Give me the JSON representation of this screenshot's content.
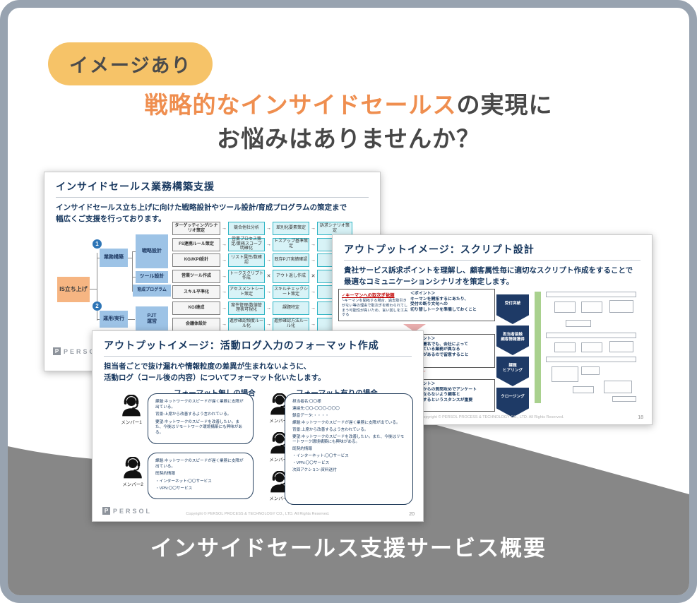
{
  "colors": {
    "accent_orange": "#ef8e4f",
    "badge_yellow": "#f6c368",
    "navy": "#17375e",
    "node_blue": "#9dc3e6",
    "node_orange": "#f6b582",
    "cyan_fill": "#d8f3f7",
    "cyan_border": "#2fb4c4",
    "chevron_navy": "#1e3a66",
    "green_strip": "#a9d18e",
    "swoosh_gray": "#878787",
    "frame_border": "#98a3b0",
    "alert_red": "#c00000"
  },
  "badge": {
    "label": "イメージあり"
  },
  "headline": {
    "highlight": "戦略的なインサイドセールス",
    "rest": "の実現に",
    "line2": "お悩みはありませんか？"
  },
  "banner": {
    "title": "インサイドセールス支援サービス概要"
  },
  "logo": {
    "mark": "P",
    "text": "PERSOL"
  },
  "slide1": {
    "title": "インサイドセールス業務構築支援",
    "desc1": "インサイドセールス立ち上げに向けた戦略設計やツール設計/育成プログラムの策定まで",
    "desc2": "幅広くご支援を行っております。",
    "root": "IS立ち上げ",
    "branch1": {
      "num": "1",
      "label": "業務構築"
    },
    "branch2": {
      "num": "2",
      "label": "運用/実行"
    },
    "children": {
      "strategy": "戦略設計",
      "tool": "ツール設計",
      "training": "育成プログラム",
      "pjt": "PJT\n運営"
    },
    "rows": [
      {
        "cells": [
          "ターゲッティング/シナリオ策定",
          "競合他社分析",
          "差別化要素策定",
          "訴求シナリオ策定"
        ],
        "seps": [
          "a",
          "a",
          "a"
        ]
      },
      {
        "cells": [
          "FS連携ルール策定",
          "営業プロセス策定/業務スコープ明確化",
          "トスアップ基準策定",
          ""
        ],
        "seps": [
          "a",
          "a",
          "a"
        ]
      },
      {
        "cells": [
          "KGI/KPI設計",
          "リスト属性/数確認",
          "既存PJT実績確認",
          ""
        ],
        "seps": [
          "a",
          "a",
          "a"
        ]
      },
      {
        "cells": [
          "営業ツール作成",
          "トークスクリプト作成",
          "アウト返し作成",
          ""
        ],
        "seps": [
          "a",
          "x",
          "x"
        ]
      },
      {
        "cells": [
          "スキル平準化",
          "アセスメントシート策定",
          "スキルチェックシート策定",
          ""
        ],
        "seps": [
          "a",
          "a",
          "a"
        ]
      },
      {
        "cells": [
          "KGI達成",
          "案件管理/数値管理表可視化",
          "課題特定",
          ""
        ],
        "seps": [
          "a",
          "a",
          "a"
        ]
      },
      {
        "cells": [
          "会議体設計",
          "進捗確認頻度ルール化",
          "進捗確認方法ルール化",
          ""
        ],
        "seps": [
          "a",
          "a",
          "a"
        ]
      }
    ]
  },
  "slide2": {
    "title": "アウトプットイメージ：スクリプト設計",
    "desc1": "貴社サービス訴求ポイントを理解し、顧客属性毎に適切なスクリプト作成をすることで",
    "desc2": "最適なコミュニケーションシナリオを策定します。",
    "box1": {
      "heading": "✓キーマンへの取次ぎ依頼",
      "body": "└キーマンを開拓する場合、過去取引きがない等の理由で取次ぎを断わられてしまう可能性が高いため、言い回しを工夫する",
      "point": "＜ポイント＞\nキーマンを開拓するにあたり、\n受付の断り文句への\n切り替しトークを準備しておくこと"
    },
    "box2": {
      "point": "＜ポイント＞\n同じ部署名でも、会社によって\n担当している業務が異なる\n可能性があるので留意すること"
    },
    "box3": {
      "point": "＜ポイント＞\nこちらからの質問攻めでアンケート\n形式にならないよう顧客と\n対話をするというスタンスが重要"
    },
    "chevrons": [
      "受付突破",
      "担当者接触\n顧客情報獲得",
      "課題\nヒアリング",
      "クロージング"
    ],
    "thumb_rects": [
      [
        2,
        4,
        128,
        8
      ],
      [
        14,
        18,
        30,
        16
      ],
      [
        52,
        18,
        30,
        16
      ],
      [
        92,
        16,
        34,
        18
      ],
      [
        30,
        44,
        36,
        10
      ],
      [
        2,
        62,
        128,
        8
      ],
      [
        14,
        76,
        30,
        14
      ],
      [
        52,
        76,
        30,
        14
      ],
      [
        92,
        74,
        34,
        16
      ],
      [
        2,
        96,
        128,
        8
      ],
      [
        10,
        110,
        38,
        22
      ],
      [
        52,
        110,
        26,
        12
      ],
      [
        40,
        138,
        30,
        10
      ],
      [
        84,
        130,
        40,
        18
      ],
      [
        96,
        152,
        34,
        8
      ]
    ],
    "copyright": "Copyright © PERSOL PROCESS & TECHNOLOGY CO., LTD. All Rights Reserved.",
    "page": "18"
  },
  "slide3": {
    "title": "アウトプットイメージ：活動ログ入力のフォーマット作成",
    "desc1": "担当者ごとで抜け漏れや情報粒度の差異が生まれないように、",
    "desc2": "活動ログ（コール後の内容）についてフォーマット化いたします。",
    "col_left": "フォーマット無しの場合",
    "col_right": "フォーマット有りの場合",
    "left_items": [
      {
        "member": "メンバー1",
        "lines": [
          "課題:ネットワークのスピードが遅く業務に支障が出ている。",
          "背景:上席から改善するよう言われている。",
          "要望:ネットワークのスピードを改善したい。また、今後はリモートワーク環境構築にも興味がある。"
        ]
      },
      {
        "member": "メンバー2",
        "lines": [
          "課題:ネットワークのスピードが遅く業務に支障が出ている。",
          "既契約情報",
          "・インターネット:〇〇サービス",
          "・VPN:〇〇サービス"
        ]
      }
    ],
    "right_members": [
      "メンバー1",
      "メンバー2",
      "メンバー3"
    ],
    "right_lines": [
      "担当者名:〇〇様",
      "連絡先:〇〇-〇〇〇-〇〇〇",
      "録音データ:・・・・",
      "課題:ネットワークのスピードが遅く業務に支障が出ている。",
      "背景:上席から改善するよう言われている。",
      "要望:ネットワークのスピードを改善したい。また、今後はリモートワーク環境構築にも興味がある。",
      "既契約情報",
      "・インターネット:〇〇サービス",
      "・VPN:〇〇サービス",
      "次回アクション:資料送付"
    ],
    "copyright": "Copyright © PERSOL PROCESS & TECHNOLOGY CO., LTD. All Rights Reserved.",
    "page": "20"
  }
}
